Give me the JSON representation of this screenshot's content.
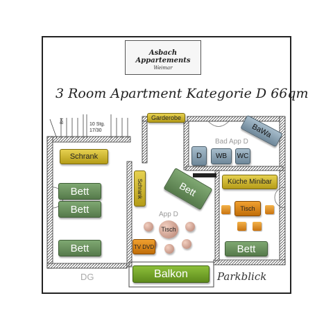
{
  "logo": {
    "title": "Asbach Appartements",
    "subtitle": "Weimar"
  },
  "title": "3 Room Apartment  Kategorie D  66qm",
  "stair": {
    "label": "10 Stg.",
    "size": "17/30",
    "side_text": "BH"
  },
  "rooms": {
    "bath": "Bad App D",
    "main": "App D"
  },
  "furniture": {
    "garderobe": "Garderobe",
    "bawa": "BaWa",
    "d": "D",
    "wb": "WB",
    "wc": "WC",
    "schrank_left": "Schrank",
    "schrank_mid": "Schrank",
    "bett_diag": "Bett",
    "kueche": "Küche Minibar",
    "bett1": "Bett",
    "bett2": "Bett",
    "bett3": "Bett",
    "bett4": "Bett",
    "tisch_right": "Tisch",
    "tisch_center": "Tisch",
    "tv": "TV DVD",
    "balkon": "Balkon"
  },
  "labels": {
    "dg": "DG",
    "parkblick": "Parkblick"
  },
  "colors": {
    "bed_green": "#6a9160",
    "cabinet_yellow": "#d3b930",
    "bath_blue": "#8aa2b3",
    "table_orange": "#e08a20"
  }
}
